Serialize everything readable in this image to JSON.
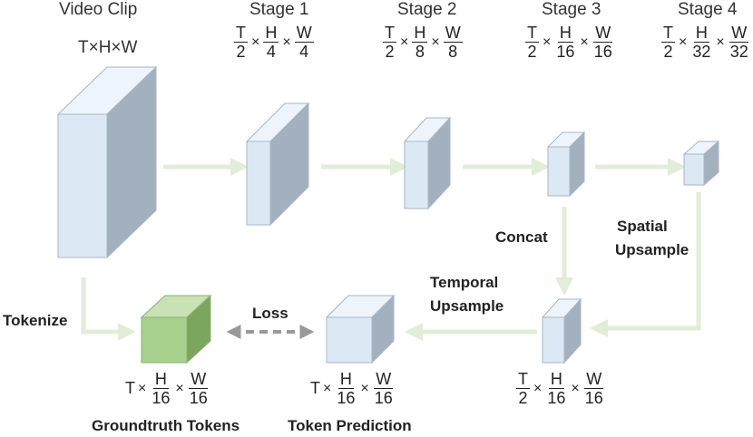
{
  "headers": {
    "video_clip": "Video Clip",
    "video_dims": "T×H×W",
    "stage1": "Stage 1",
    "stage2": "Stage 2",
    "stage3": "Stage 3",
    "stage4": "Stage 4"
  },
  "dims": {
    "stage1": {
      "t_num": "T",
      "t_den": "2",
      "h_num": "H",
      "h_den": "4",
      "w_num": "W",
      "w_den": "4"
    },
    "stage2": {
      "t_num": "T",
      "t_den": "2",
      "h_num": "H",
      "h_den": "8",
      "w_num": "W",
      "w_den": "8"
    },
    "stage3": {
      "t_num": "T",
      "t_den": "2",
      "h_num": "H",
      "h_den": "16",
      "w_num": "W",
      "w_den": "16"
    },
    "stage4": {
      "t_num": "T",
      "t_den": "2",
      "h_num": "H",
      "h_den": "32",
      "w_num": "W",
      "w_den": "32"
    },
    "upsampled": {
      "t_num": "T",
      "t_den": "2",
      "h_num": "H",
      "h_den": "16",
      "w_num": "W",
      "w_den": "16"
    },
    "groundtruth": {
      "t": "T",
      "h_num": "H",
      "h_den": "16",
      "w_num": "W",
      "w_den": "16"
    },
    "prediction": {
      "t": "T",
      "h_num": "H",
      "h_den": "16",
      "w_num": "W",
      "w_den": "16"
    }
  },
  "labels": {
    "concat": "Concat",
    "spatial_line1": "Spatial",
    "spatial_line2": "Upsample",
    "temporal_line1": "Temporal",
    "temporal_line2": "Upsample",
    "tokenize": "Tokenize",
    "loss": "Loss",
    "groundtruth": "Groundtruth Tokens",
    "prediction": "Token Prediction",
    "times": "×"
  },
  "colors": {
    "box_front": "#dce9f5",
    "box_top": "#eef4fb",
    "box_side": "#a3b1bf",
    "token_front": "#a9d18e",
    "token_top": "#c8e2b3",
    "token_side": "#7aa65d",
    "arrow": "#e2edd8",
    "loss_arrow": "#999999"
  }
}
